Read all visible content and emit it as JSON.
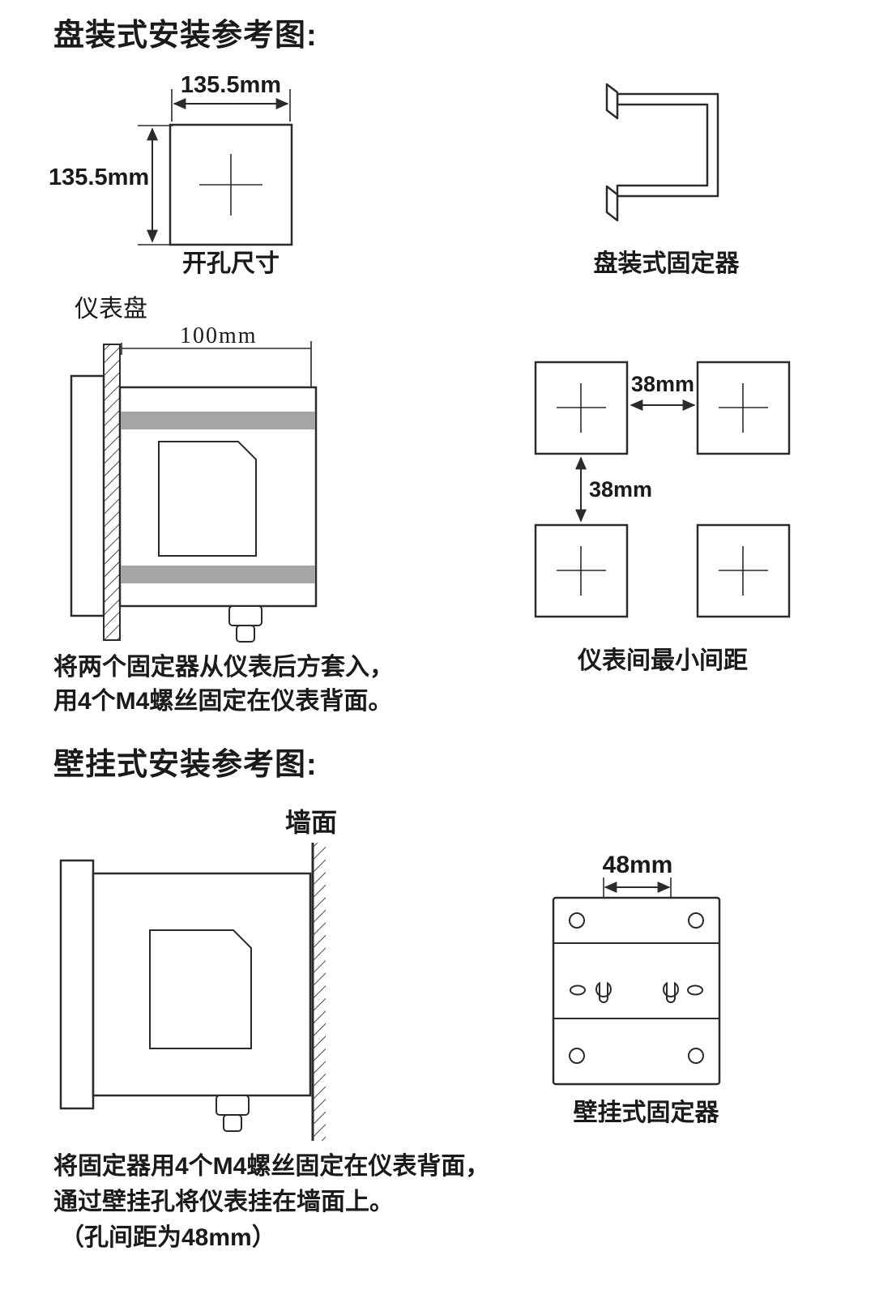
{
  "colors": {
    "line": "#2b2b2e",
    "fixer_bar": "#a5a5a7",
    "text": "#1a1a1a"
  },
  "panel_section": {
    "title": "盘装式安装参考图:",
    "cutout": {
      "width_label": "135.5mm",
      "height_label": "135.5mm",
      "caption": "开孔尺寸"
    },
    "fixer_caption": "盘装式固定器",
    "side_view": {
      "panel_label": "仪表盘",
      "depth_label": "100mm"
    },
    "spacing": {
      "h_label": "38mm",
      "v_label": "38mm",
      "caption": "仪表间最小间距"
    },
    "note_line1": "将两个固定器从仪表后方套入，",
    "note_line2": "用4个M4螺丝固定在仪表背面。"
  },
  "wall_section": {
    "title": "壁挂式安装参考图:",
    "wall_label": "墙面",
    "fixer": {
      "hole_spacing_label": "48mm",
      "caption": "壁挂式固定器"
    },
    "note_line1": "将固定器用4个M4螺丝固定在仪表背面，",
    "note_line2": "通过壁挂孔将仪表挂在墙面上。",
    "note_line3": "（孔间距为48mm）"
  }
}
